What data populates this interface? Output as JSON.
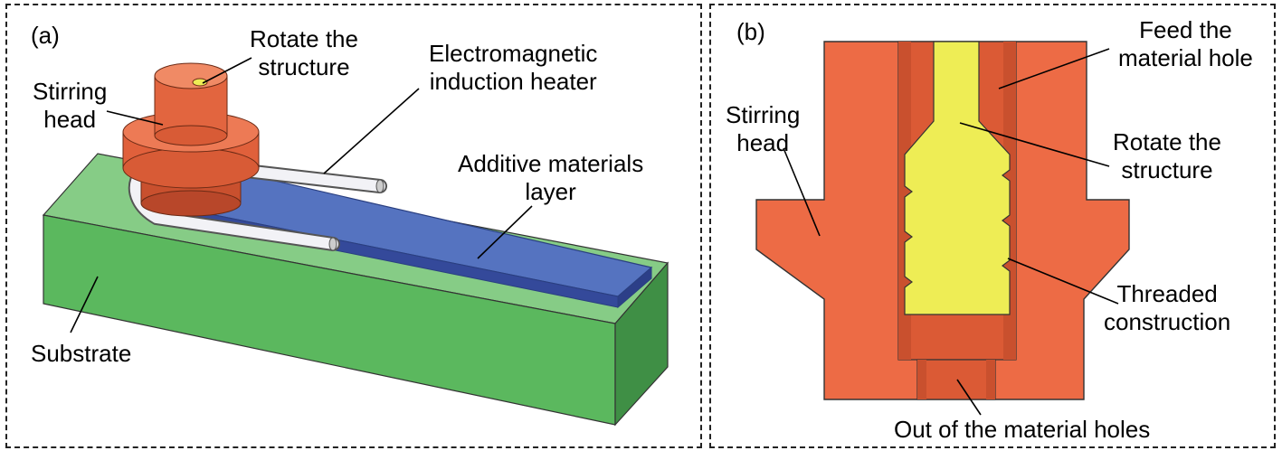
{
  "panel_a": {
    "tag": "(a)",
    "labels": {
      "rotate": "Rotate the\nstructure",
      "stirring": "Stirring\nhead",
      "heater": "Electromagnetic\ninduction heater",
      "additive": "Additive materials\nlayer",
      "substrate": "Substrate"
    }
  },
  "panel_b": {
    "tag": "(b)",
    "labels": {
      "feed": "Feed the\nmaterial hole",
      "stirring": "Stirring\nhead",
      "rotate": "Rotate the\nstructure",
      "threaded": "Threaded\nconstruction",
      "out": "Out of the material holes"
    }
  },
  "colors": {
    "head": "#ED6B45",
    "head_dark": "#C9502E",
    "core": "#EEED55",
    "substrate": "#5BB85E",
    "layer": "#4A66B0",
    "tube": "#E8E8EE"
  }
}
